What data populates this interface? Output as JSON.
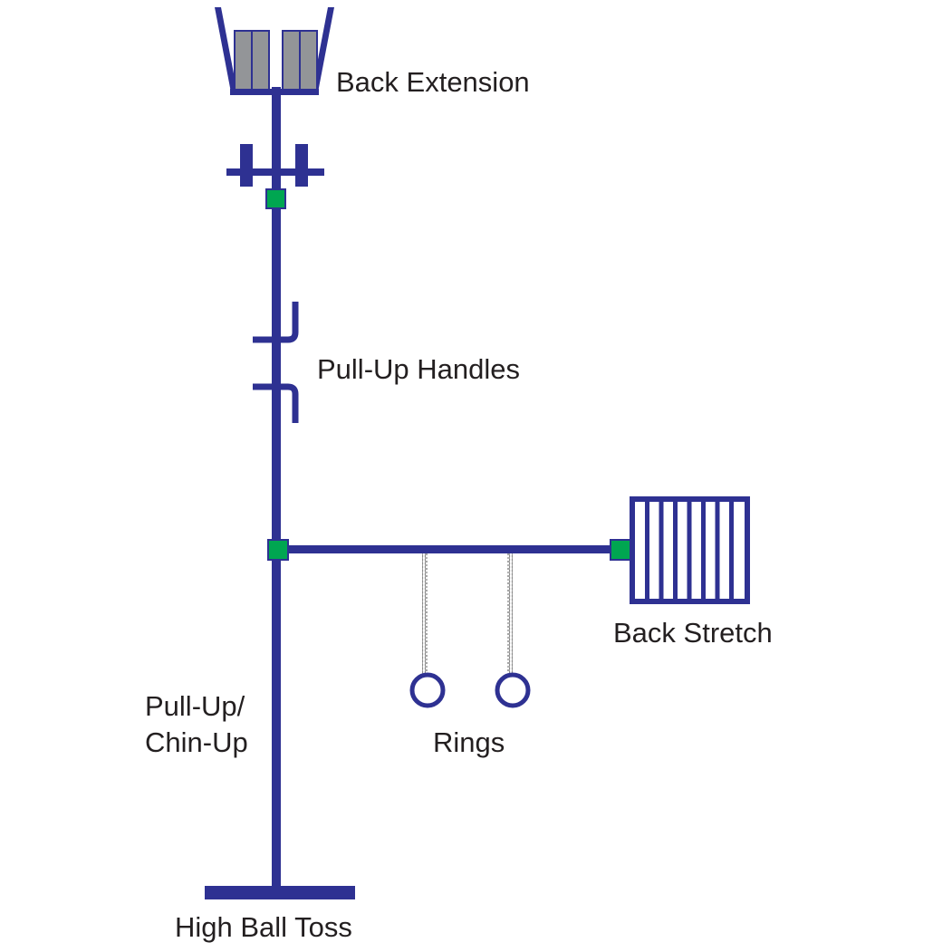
{
  "colors": {
    "frame": "#2e3192",
    "joint": "#00a651",
    "weight": "#939598",
    "chain": "#8a8a8a",
    "text": "#231f20",
    "background": "#ffffff"
  },
  "labels": {
    "back_extension": "Back Extension",
    "pull_up_handles": "Pull-Up Handles",
    "back_stretch": "Back Stretch",
    "pull_up_line1": "Pull-Up/",
    "pull_up_line2": "Chin-Up",
    "rings": "Rings",
    "high_ball_toss": "High Ball Toss"
  }
}
